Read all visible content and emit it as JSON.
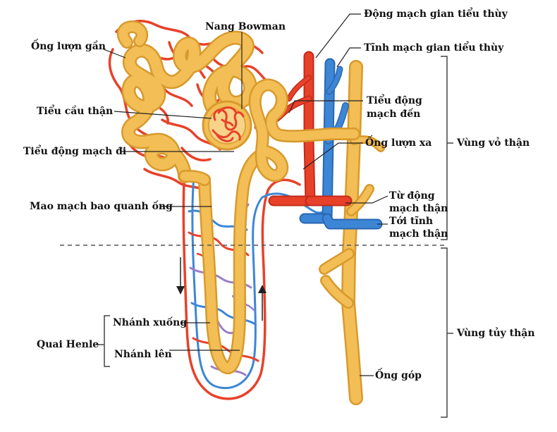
{
  "labels": {
    "ong_luon_gan": "Ống lượn gần",
    "nang_bowman": "Nang Bowman",
    "dong_mach_gian_tieu_thuy": "Động mạch gian tiểu thùy",
    "tinh_mach_gian_tieu_thuy": "Tĩnh mạch gian tiểu thùy",
    "tieu_cau_than": "Tiểu cầu thận",
    "tieu_dong_mach_den_1": "Tiểu động",
    "tieu_dong_mach_den_2": "mạch đến",
    "tieu_dong_mach_di": "Tiểu động mạch đi",
    "ong_luon_xa": "Ống lượn xa",
    "vung_vo_than": "Vùng vỏ thận",
    "tu_dong_mach_than_1": "Từ động",
    "tu_dong_mach_than_2": "mạch thận",
    "toi_tinh_mach_than_1": "Tới tĩnh",
    "toi_tinh_mach_than_2": "mạch thận",
    "mao_mach_bao_quanh_ong": "Mao mạch bao quanh ống",
    "vung_tuy_than": "Vùng tủy thận",
    "nhanh_xuong": "Nhánh xuống",
    "quai_henle": "Quai Henle",
    "nhanh_len": "Nhánh lên",
    "ong_gop": "Ống góp"
  },
  "colors": {
    "artery": "#e8412a",
    "artery_dark": "#c22a18",
    "vein": "#3d86d6",
    "vein_dark": "#2a67b3",
    "tubule": "#f2be55",
    "tubule_dark": "#d89a2c",
    "capillary_purple": "#9b7fc9",
    "leader": "#222222"
  }
}
